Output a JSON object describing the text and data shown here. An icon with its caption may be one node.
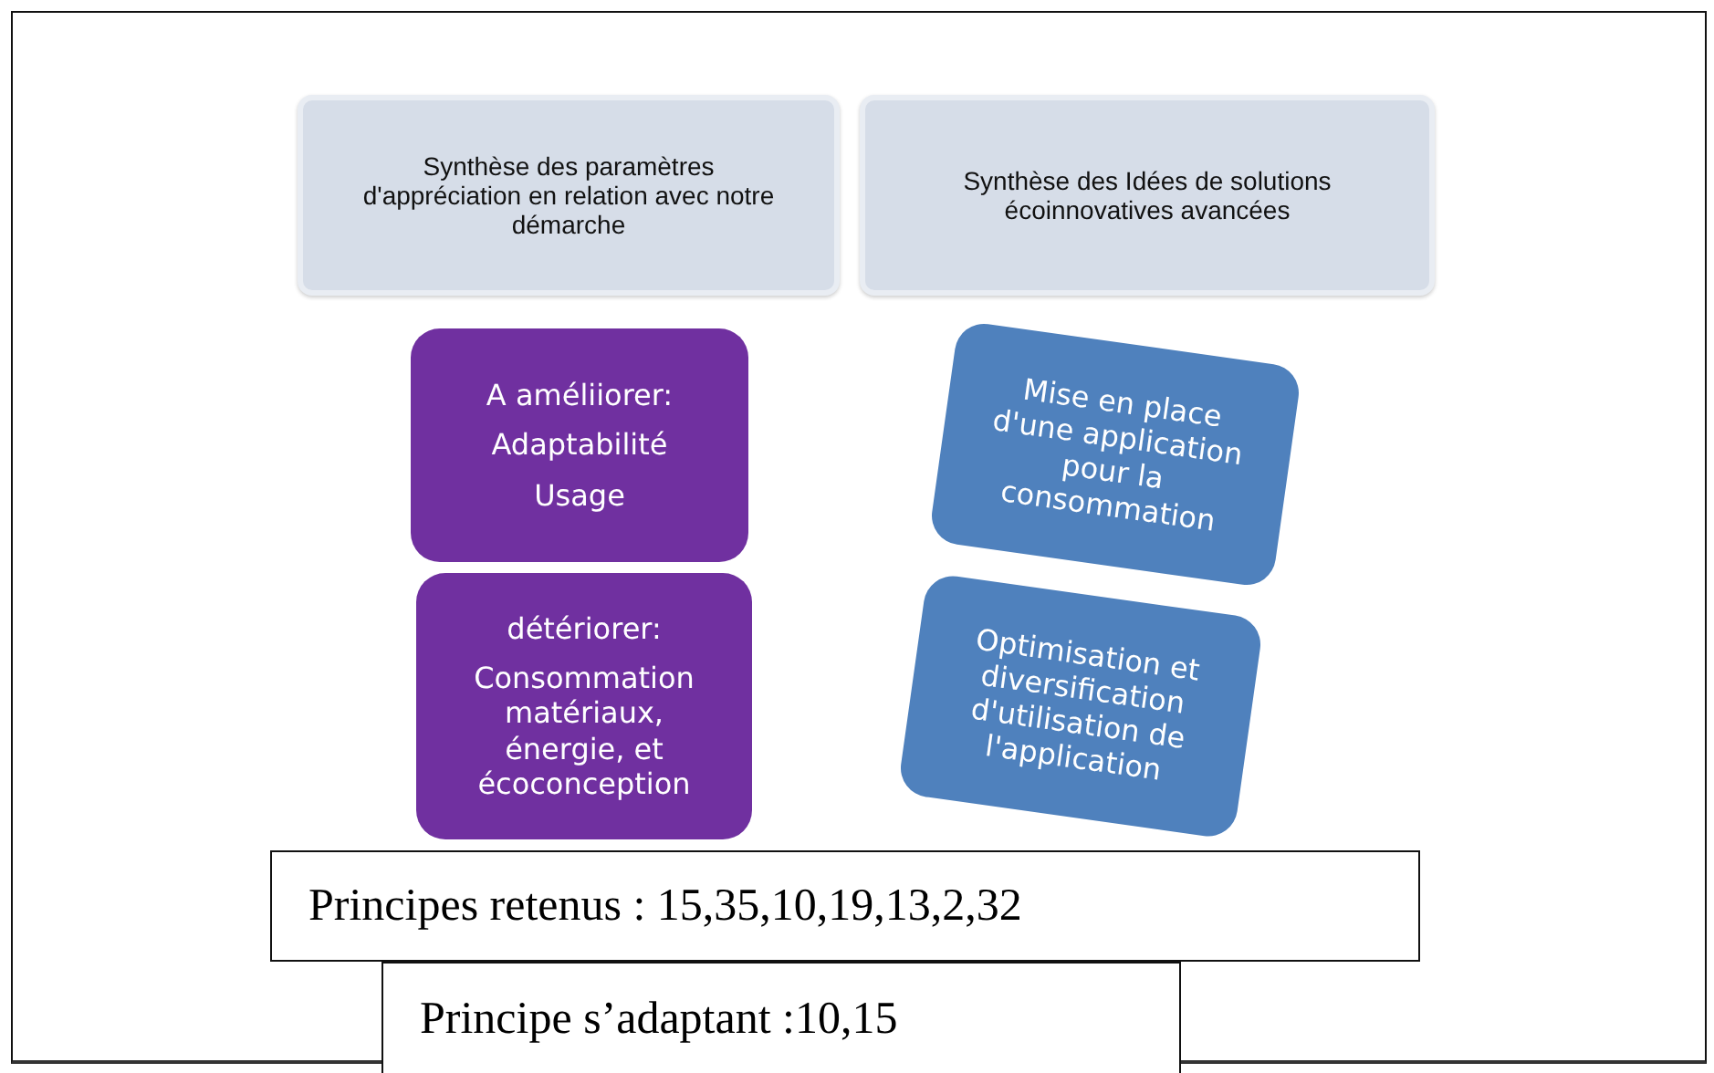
{
  "diagram": {
    "nodes": [
      {
        "text": [
          "Synthèse des paramètres d'appréciation en relation avec notre démarche"
        ]
      },
      {
        "text": [
          "Synthèse des Idées de solutions écoinnovatives avancées"
        ]
      },
      {
        "text": [
          "A améliiorer:",
          "Adaptabilité",
          "Usage"
        ]
      },
      {
        "text": [
          "détériorer:",
          "Consommation matériaux, énergie, et écoconception"
        ]
      },
      {
        "text": [
          "Mise en place d'une application pour la consommation"
        ]
      },
      {
        "text": [
          "Optimisation et diversification d'utilisation de l'application"
        ]
      },
      {
        "text": [
          "Principes retenus : 15,35,10,19,13,2,32"
        ]
      },
      {
        "text": [
          "Principe s’adaptant :10,15"
        ]
      }
    ]
  }
}
